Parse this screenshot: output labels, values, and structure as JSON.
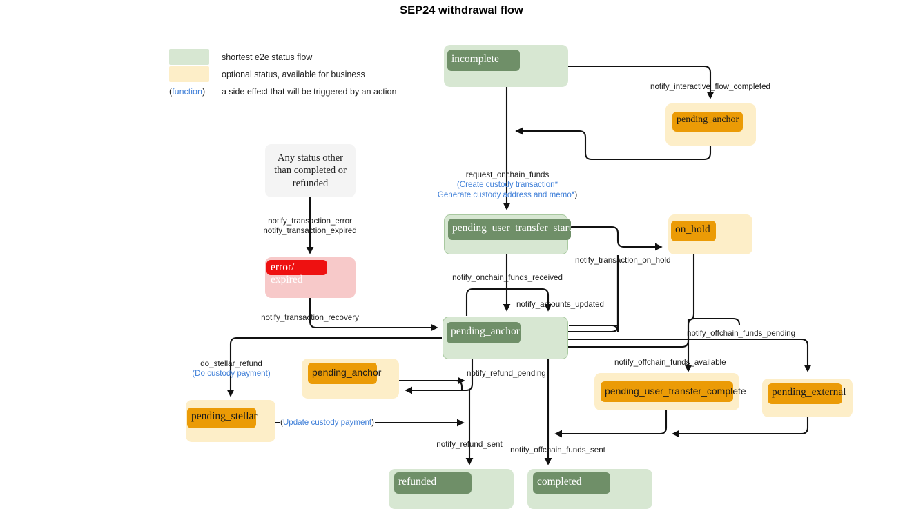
{
  "title": "SEP24 withdrawal flow",
  "legend": {
    "rows": [
      {
        "swatch": "#d7e7d2",
        "text": "shortest e2e status flow"
      },
      {
        "swatch": "#fdeec8",
        "text": "optional status, available for business"
      }
    ],
    "function_marker": "(function)",
    "function_text": "a side effect that will be triggered by an action"
  },
  "colors": {
    "green_outer": "#d7e7d2",
    "green_badge": "#6f8f68",
    "yellow_outer": "#fdeec8",
    "yellow_badge": "#eb9b06",
    "red_outer": "#f7c9c9",
    "red_badge": "#ee1111",
    "grey_outer": "#f4f4f4",
    "function_blue": "#3f7fd8",
    "edge": "#111111"
  },
  "nodes": {
    "incomplete": {
      "label": "incomplete",
      "kind": "green"
    },
    "pending_anchor_top": {
      "label": "pending_anchor",
      "kind": "yellow"
    },
    "any_status": {
      "label": "Any status other than completed or refunded",
      "line1": "Any status other",
      "line2": "than completed or",
      "line3": "refunded",
      "kind": "grey"
    },
    "pending_user_transfer_start": {
      "label": "pending_user_transfer_start",
      "kind": "green"
    },
    "on_hold": {
      "label": "on_hold",
      "kind": "yellow"
    },
    "error_expired": {
      "label_badge": "error/",
      "label_overflow": "expired",
      "kind": "red"
    },
    "pending_anchor_main": {
      "label": "pending_anchor",
      "kind": "green"
    },
    "pending_anchor_refund": {
      "label": "pending_anchor",
      "kind": "yellow"
    },
    "pending_stellar": {
      "label": "pending_stellar",
      "kind": "yellow"
    },
    "pending_user_transfer_complete": {
      "label": "pending_user_transfer_complete",
      "kind": "yellow"
    },
    "pending_external": {
      "label": "pending_external",
      "kind": "yellow"
    },
    "refunded": {
      "label": "refunded",
      "kind": "green"
    },
    "completed": {
      "label": "completed",
      "kind": "green"
    }
  },
  "edge_labels": {
    "notify_interactive_flow_completed": "notify_interactive_flow_completed",
    "request_onchain_funds": "request_onchain_funds",
    "request_onchain_funds_fn1": "(Create custody transaction*",
    "request_onchain_funds_fn2": "Generate custody address and memo*)",
    "notify_transaction_error": "notify_transaction_error",
    "notify_transaction_expired": "notify_transaction_expired",
    "notify_transaction_recovery": "notify_transaction_recovery",
    "notify_transaction_on_hold": "notify_transaction_on_hold",
    "notify_onchain_funds_received": "notify_onchain_funds_received",
    "notify_amounts_updated": "notify_amounts_updated",
    "notify_offchain_funds_pending": "notify_offchain_funds_pending",
    "notify_offchain_funds_available": "notify_offchain_funds_available",
    "notify_refund_pending": "notify_refund_pending",
    "do_stellar_refund": "do_stellar_refund",
    "do_stellar_refund_fn": "(Do custody payment)",
    "update_custody_payment_open": "(",
    "update_custody_payment_fn": "Update custody payment",
    "update_custody_payment_close": ")",
    "notify_refund_sent": "notify_refund_sent",
    "notify_offchain_funds_sent": "notify_offchain_funds_sent"
  }
}
